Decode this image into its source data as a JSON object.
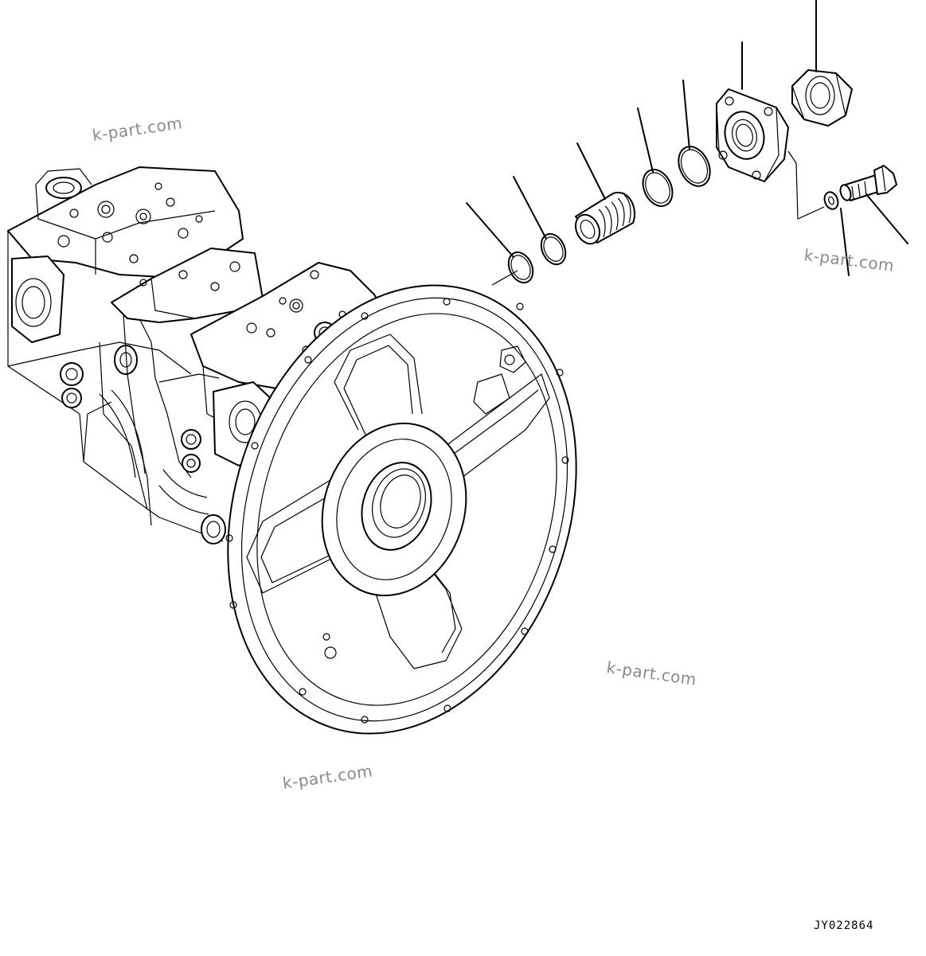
{
  "drawing_code": "JY022864",
  "watermarks": [
    "k-part.com",
    "k-part.com",
    "k-part.com",
    "k-part.com"
  ]
}
